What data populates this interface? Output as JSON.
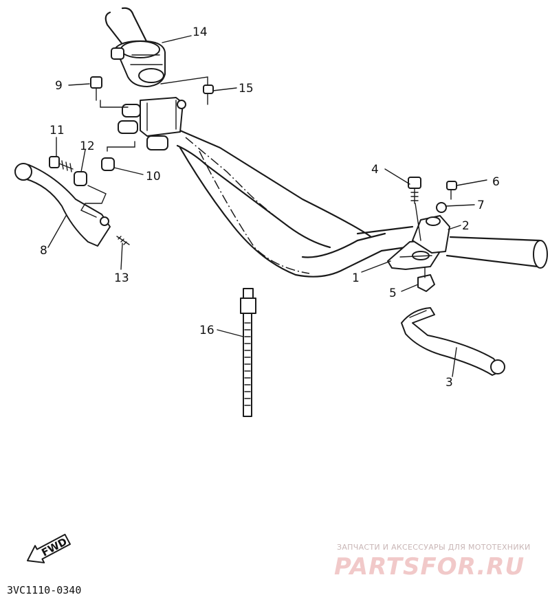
{
  "diagram_code": "3VC1110-0340",
  "fwd_label": "FWD",
  "watermark": {
    "top_text": "ЗАПЧАСТИ И АКСЕССУАРЫ ДЛЯ МОТОТЕХНИКИ",
    "brand_text": "PARTSFOR.RU"
  },
  "callouts": [
    {
      "id": "1",
      "label": "1"
    },
    {
      "id": "2",
      "label": "2"
    },
    {
      "id": "3",
      "label": "3"
    },
    {
      "id": "4",
      "label": "4"
    },
    {
      "id": "5",
      "label": "5"
    },
    {
      "id": "6",
      "label": "6"
    },
    {
      "id": "7",
      "label": "7"
    },
    {
      "id": "8",
      "label": "8"
    },
    {
      "id": "9",
      "label": "9"
    },
    {
      "id": "10",
      "label": "10"
    },
    {
      "id": "11",
      "label": "11"
    },
    {
      "id": "12",
      "label": "12"
    },
    {
      "id": "13",
      "label": "13"
    },
    {
      "id": "14",
      "label": "14"
    },
    {
      "id": "15",
      "label": "15"
    },
    {
      "id": "16",
      "label": "16"
    }
  ]
}
